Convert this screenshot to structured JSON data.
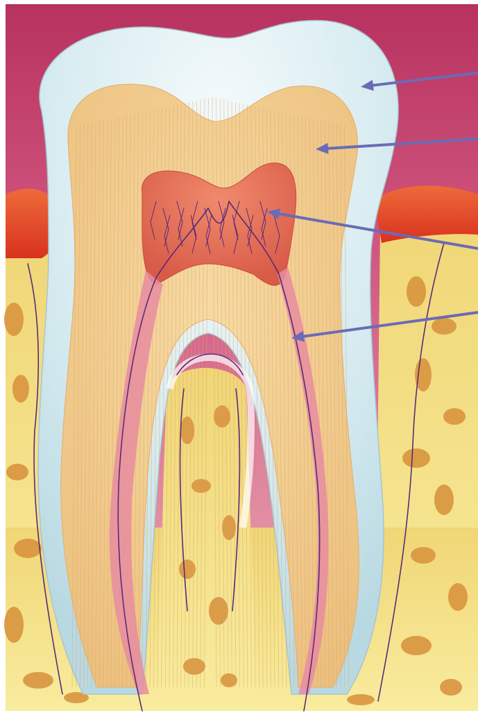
{
  "diagram": {
    "subject": "tooth-cross-section",
    "structures": [
      "enamel",
      "dentin",
      "pulp-chamber",
      "root-canal",
      "gum",
      "alveolar-bone",
      "nerves-and-vessels"
    ],
    "pointer_arrows": [
      "arrow-to-enamel",
      "arrow-to-dentin",
      "arrow-to-pulp",
      "arrow-to-root-canal"
    ],
    "colors": {
      "background_top": "#c23a6a",
      "background_bottom": "#e8a0b8",
      "enamel": "#dfeef2",
      "dentin": "#f2cf93",
      "pulp": "#e8705a",
      "gum": "#e2442a",
      "bone": "#f5e48e",
      "bone_cavity": "#d99a45",
      "nerve": "#6b2c7a",
      "arrow": "#6a6ab0"
    }
  }
}
